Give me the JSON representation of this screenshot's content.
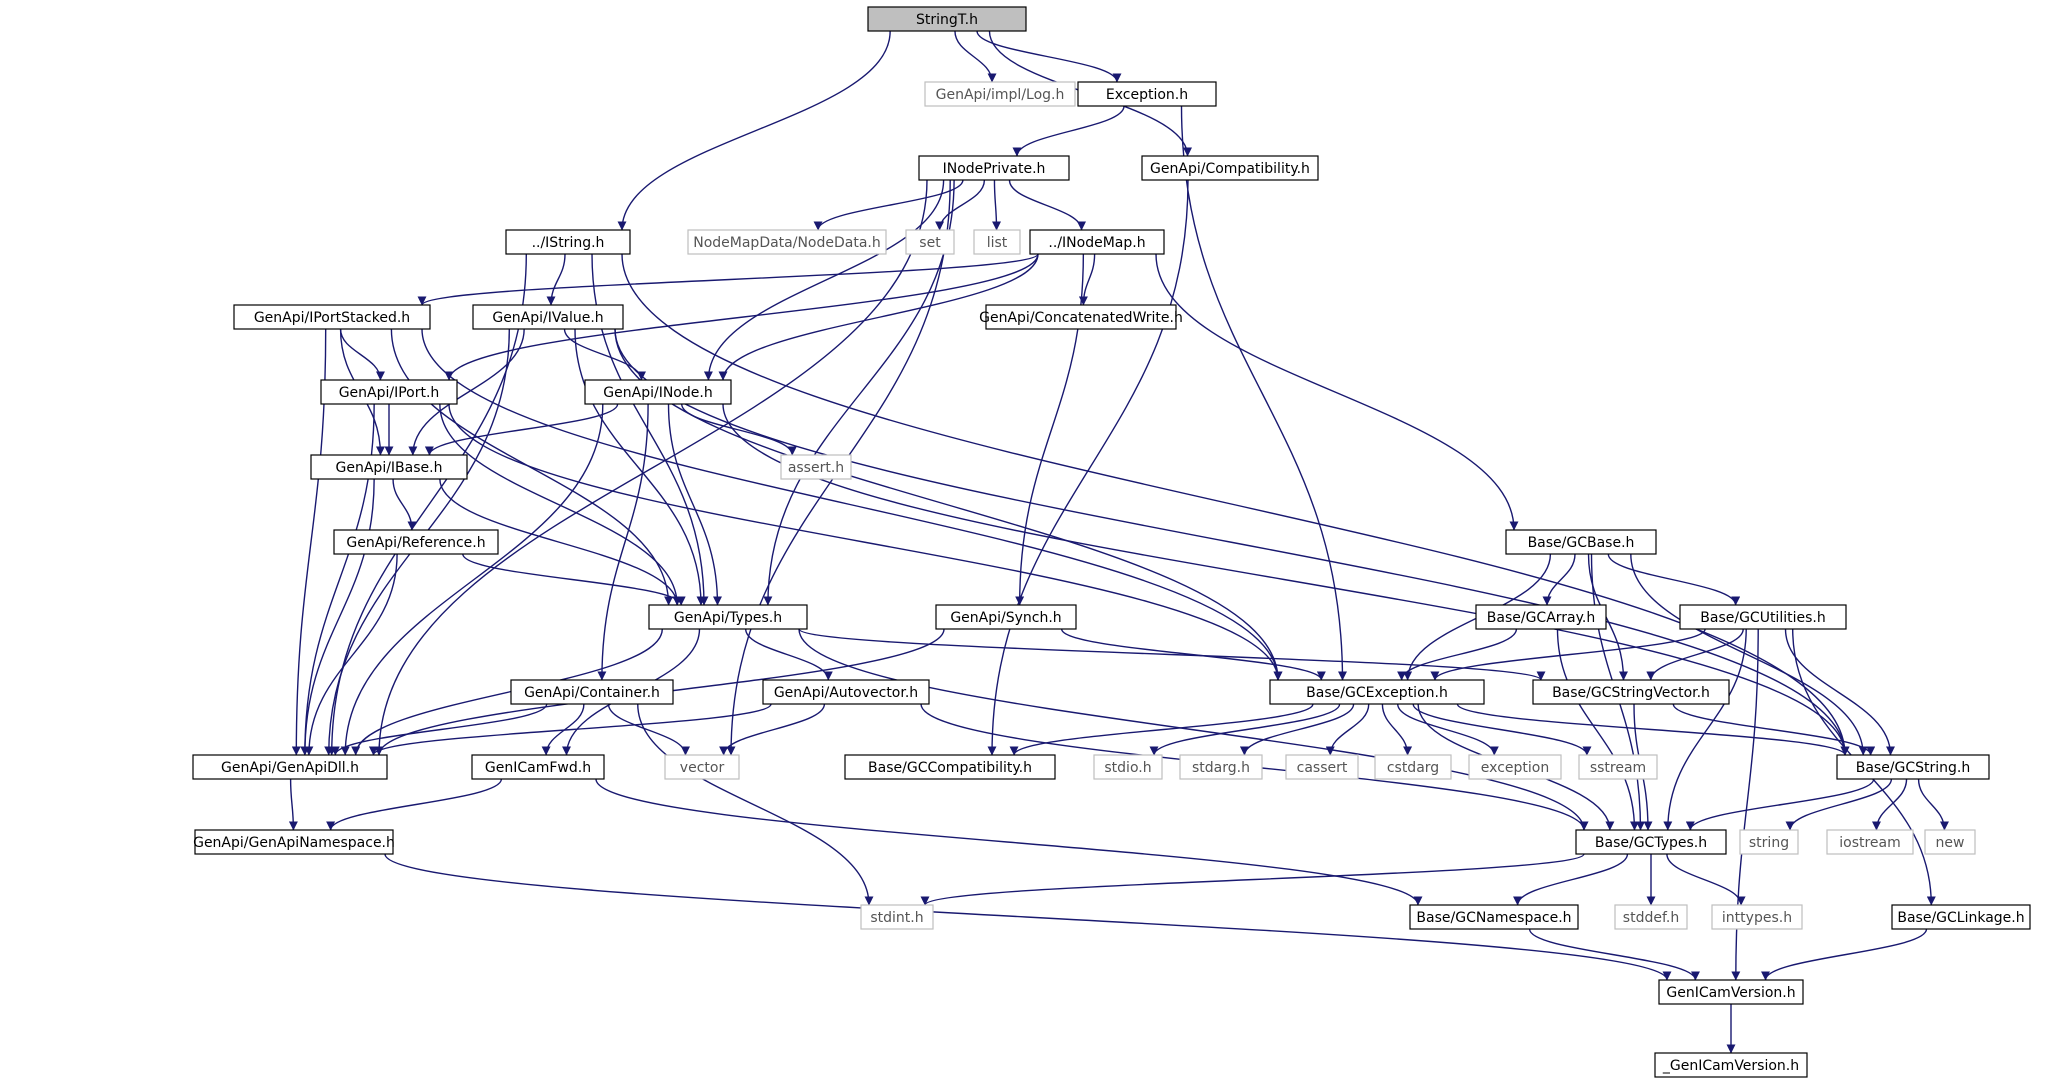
{
  "colors": {
    "edge": "#191970",
    "border_doc": "#000000",
    "border_ext": "#bfbfbf",
    "text_doc": "#000000",
    "text_ext": "#555555",
    "root_fill": "#bfbfbf"
  },
  "nodes": [
    {
      "id": "stringt",
      "label": "StringT.h",
      "kind": "root"
    },
    {
      "id": "impl_log",
      "label": "GenApi/impl/Log.h",
      "kind": "ext"
    },
    {
      "id": "exception",
      "label": "Exception.h",
      "kind": "doc"
    },
    {
      "id": "inodeprivate",
      "label": "INodePrivate.h",
      "kind": "doc"
    },
    {
      "id": "compat",
      "label": "GenApi/Compatibility.h",
      "kind": "doc"
    },
    {
      "id": "istring",
      "label": "../IString.h",
      "kind": "doc"
    },
    {
      "id": "nodedata",
      "label": "NodeMapData/NodeData.h",
      "kind": "ext"
    },
    {
      "id": "set",
      "label": "set",
      "kind": "ext"
    },
    {
      "id": "list",
      "label": "list",
      "kind": "ext"
    },
    {
      "id": "inodemap",
      "label": "../INodeMap.h",
      "kind": "doc"
    },
    {
      "id": "iportstacked",
      "label": "GenApi/IPortStacked.h",
      "kind": "doc"
    },
    {
      "id": "ivalue",
      "label": "GenApi/IValue.h",
      "kind": "doc"
    },
    {
      "id": "concat",
      "label": "GenApi/ConcatenatedWrite.h",
      "kind": "doc"
    },
    {
      "id": "iport",
      "label": "GenApi/IPort.h",
      "kind": "doc"
    },
    {
      "id": "inode",
      "label": "GenApi/INode.h",
      "kind": "doc"
    },
    {
      "id": "ibase",
      "label": "GenApi/IBase.h",
      "kind": "doc"
    },
    {
      "id": "assert",
      "label": "assert.h",
      "kind": "ext"
    },
    {
      "id": "reference",
      "label": "GenApi/Reference.h",
      "kind": "doc"
    },
    {
      "id": "gcbase",
      "label": "Base/GCBase.h",
      "kind": "doc"
    },
    {
      "id": "types",
      "label": "GenApi/Types.h",
      "kind": "doc"
    },
    {
      "id": "synch",
      "label": "GenApi/Synch.h",
      "kind": "doc"
    },
    {
      "id": "gcarray",
      "label": "Base/GCArray.h",
      "kind": "doc"
    },
    {
      "id": "gcutil",
      "label": "Base/GCUtilities.h",
      "kind": "doc"
    },
    {
      "id": "container",
      "label": "GenApi/Container.h",
      "kind": "doc"
    },
    {
      "id": "autovector",
      "label": "GenApi/Autovector.h",
      "kind": "doc"
    },
    {
      "id": "gcexception",
      "label": "Base/GCException.h",
      "kind": "doc"
    },
    {
      "id": "gcstrvec",
      "label": "Base/GCStringVector.h",
      "kind": "doc"
    },
    {
      "id": "genapidll",
      "label": "GenApi/GenApiDll.h",
      "kind": "doc"
    },
    {
      "id": "vector",
      "label": "vector",
      "kind": "ext"
    },
    {
      "id": "gccompat",
      "label": "Base/GCCompatibility.h",
      "kind": "doc"
    },
    {
      "id": "stdio",
      "label": "stdio.h",
      "kind": "ext"
    },
    {
      "id": "stdarg",
      "label": "stdarg.h",
      "kind": "ext"
    },
    {
      "id": "cassert",
      "label": "cassert",
      "kind": "ext"
    },
    {
      "id": "cstdarg",
      "label": "cstdarg",
      "kind": "ext"
    },
    {
      "id": "exceptionstd",
      "label": "exception",
      "kind": "ext"
    },
    {
      "id": "sstream",
      "label": "sstream",
      "kind": "ext"
    },
    {
      "id": "gcstring",
      "label": "Base/GCString.h",
      "kind": "doc"
    },
    {
      "id": "genicamfwd",
      "label": "GenICamFwd.h",
      "kind": "doc"
    },
    {
      "id": "genapins",
      "label": "GenApi/GenApiNamespace.h",
      "kind": "doc"
    },
    {
      "id": "gctypes",
      "label": "Base/GCTypes.h",
      "kind": "doc"
    },
    {
      "id": "string",
      "label": "string",
      "kind": "ext"
    },
    {
      "id": "iostream",
      "label": "iostream",
      "kind": "ext"
    },
    {
      "id": "new",
      "label": "new",
      "kind": "ext"
    },
    {
      "id": "stdint",
      "label": "stdint.h",
      "kind": "ext"
    },
    {
      "id": "gcns",
      "label": "Base/GCNamespace.h",
      "kind": "doc"
    },
    {
      "id": "stddef",
      "label": "stddef.h",
      "kind": "ext"
    },
    {
      "id": "inttypes",
      "label": "inttypes.h",
      "kind": "ext"
    },
    {
      "id": "gclinkage",
      "label": "Base/GCLinkage.h",
      "kind": "doc"
    },
    {
      "id": "genicamver",
      "label": "GenICamVersion.h",
      "kind": "doc"
    },
    {
      "id": "_genicamver",
      "label": "_GenICamVersion.h",
      "kind": "doc"
    }
  ],
  "edges": [
    [
      "stringt",
      "impl_log"
    ],
    [
      "stringt",
      "exception"
    ],
    [
      "stringt",
      "compat"
    ],
    [
      "stringt",
      "istring"
    ],
    [
      "exception",
      "inodeprivate"
    ],
    [
      "exception",
      "gcexception"
    ],
    [
      "compat",
      "gccompat"
    ],
    [
      "inodeprivate",
      "nodedata"
    ],
    [
      "inodeprivate",
      "set"
    ],
    [
      "inodeprivate",
      "list"
    ],
    [
      "inodeprivate",
      "inodemap"
    ],
    [
      "inodeprivate",
      "inode"
    ],
    [
      "inodeprivate",
      "genapidll"
    ],
    [
      "inodeprivate",
      "types"
    ],
    [
      "inodeprivate",
      "vector"
    ],
    [
      "istring",
      "ivalue"
    ],
    [
      "istring",
      "genapidll"
    ],
    [
      "istring",
      "types"
    ],
    [
      "istring",
      "gcstring"
    ],
    [
      "inodemap",
      "iportstacked"
    ],
    [
      "inodemap",
      "iport"
    ],
    [
      "inodemap",
      "inode"
    ],
    [
      "inodemap",
      "concat"
    ],
    [
      "inodemap",
      "synch"
    ],
    [
      "inodemap",
      "gcbase"
    ],
    [
      "iportstacked",
      "iport"
    ],
    [
      "iportstacked",
      "ibase"
    ],
    [
      "iportstacked",
      "genapidll"
    ],
    [
      "iportstacked",
      "types"
    ],
    [
      "iportstacked",
      "gcexception"
    ],
    [
      "ivalue",
      "inode"
    ],
    [
      "ivalue",
      "ibase"
    ],
    [
      "ivalue",
      "genapidll"
    ],
    [
      "ivalue",
      "types"
    ],
    [
      "ivalue",
      "gcexception"
    ],
    [
      "ivalue",
      "gcstring"
    ],
    [
      "iport",
      "ibase"
    ],
    [
      "iport",
      "genapidll"
    ],
    [
      "iport",
      "types"
    ],
    [
      "iport",
      "gcexception"
    ],
    [
      "inode",
      "ibase"
    ],
    [
      "inode",
      "assert"
    ],
    [
      "inode",
      "genapidll"
    ],
    [
      "inode",
      "types"
    ],
    [
      "inode",
      "container"
    ],
    [
      "inode",
      "gcstring"
    ],
    [
      "ibase",
      "genapidll"
    ],
    [
      "ibase",
      "reference"
    ],
    [
      "ibase",
      "types"
    ],
    [
      "reference",
      "genapidll"
    ],
    [
      "reference",
      "types"
    ],
    [
      "types",
      "genapidll"
    ],
    [
      "types",
      "autovector"
    ],
    [
      "types",
      "genicamfwd"
    ],
    [
      "types",
      "gcstrvec"
    ],
    [
      "types",
      "gctypes"
    ],
    [
      "synch",
      "genapidll"
    ],
    [
      "synch",
      "gcexception"
    ],
    [
      "container",
      "genapidll"
    ],
    [
      "container",
      "genicamfwd"
    ],
    [
      "container",
      "vector"
    ],
    [
      "container",
      "stdint"
    ],
    [
      "autovector",
      "genapidll"
    ],
    [
      "autovector",
      "vector"
    ],
    [
      "autovector",
      "gctypes"
    ],
    [
      "gcbase",
      "gcarray"
    ],
    [
      "gcbase",
      "gcutil"
    ],
    [
      "gcbase",
      "gcexception"
    ],
    [
      "gcbase",
      "gcstrvec"
    ],
    [
      "gcbase",
      "gcstring"
    ],
    [
      "gcbase",
      "gctypes"
    ],
    [
      "gcarray",
      "gcexception"
    ],
    [
      "gcarray",
      "gctypes"
    ],
    [
      "gcutil",
      "gcexception"
    ],
    [
      "gcutil",
      "gcstrvec"
    ],
    [
      "gcutil",
      "gcstring"
    ],
    [
      "gcutil",
      "gctypes"
    ],
    [
      "gcutil",
      "gclinkage"
    ],
    [
      "gcutil",
      "genicamver"
    ],
    [
      "gcexception",
      "gccompat"
    ],
    [
      "gcexception",
      "stdio"
    ],
    [
      "gcexception",
      "stdarg"
    ],
    [
      "gcexception",
      "cassert"
    ],
    [
      "gcexception",
      "cstdarg"
    ],
    [
      "gcexception",
      "exceptionstd"
    ],
    [
      "gcexception",
      "sstream"
    ],
    [
      "gcexception",
      "gcstring"
    ],
    [
      "gcexception",
      "gctypes"
    ],
    [
      "gcstrvec",
      "gcstring"
    ],
    [
      "gcstrvec",
      "gctypes"
    ],
    [
      "gcstring",
      "string"
    ],
    [
      "gcstring",
      "iostream"
    ],
    [
      "gcstring",
      "new"
    ],
    [
      "gcstring",
      "gctypes"
    ],
    [
      "genapidll",
      "genapins"
    ],
    [
      "genicamfwd",
      "genapins"
    ],
    [
      "genicamfwd",
      "gcns"
    ],
    [
      "genapins",
      "genicamver"
    ],
    [
      "gctypes",
      "stdint"
    ],
    [
      "gctypes",
      "stddef"
    ],
    [
      "gctypes",
      "inttypes"
    ],
    [
      "gctypes",
      "gcns"
    ],
    [
      "gcns",
      "genicamver"
    ],
    [
      "gclinkage",
      "genicamver"
    ],
    [
      "genicamver",
      "_genicamver"
    ]
  ]
}
